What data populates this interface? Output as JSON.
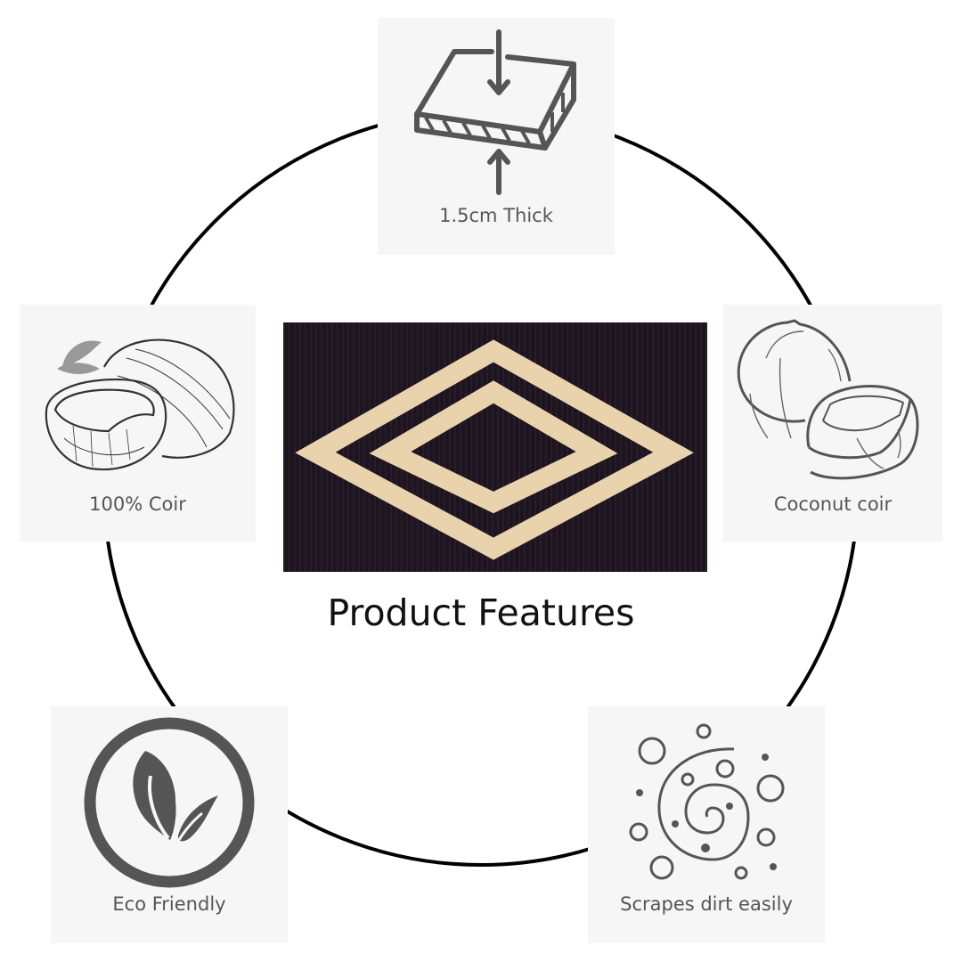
{
  "title": "Product Features",
  "colors": {
    "card_bg": "#f6f6f6",
    "icon_gray": "#555555",
    "ring": "#000000",
    "mat_dark": "#1d1420",
    "mat_pattern": "#e8d3ad"
  },
  "features": [
    {
      "id": "thick",
      "label": "1.5cm Thick",
      "icon": "thickness-icon"
    },
    {
      "id": "coir",
      "label": "100% Coir",
      "icon": "coconut-sketch-icon"
    },
    {
      "id": "coconut",
      "label": "Coconut coir",
      "icon": "coconut-outline-icon"
    },
    {
      "id": "eco",
      "label": "Eco Friendly",
      "icon": "leaf-circle-icon"
    },
    {
      "id": "scrape",
      "label": "Scrapes dirt easily",
      "icon": "dirt-swirl-icon"
    }
  ],
  "product_image": {
    "description": "Black coir doormat with double natural diamond pattern"
  }
}
